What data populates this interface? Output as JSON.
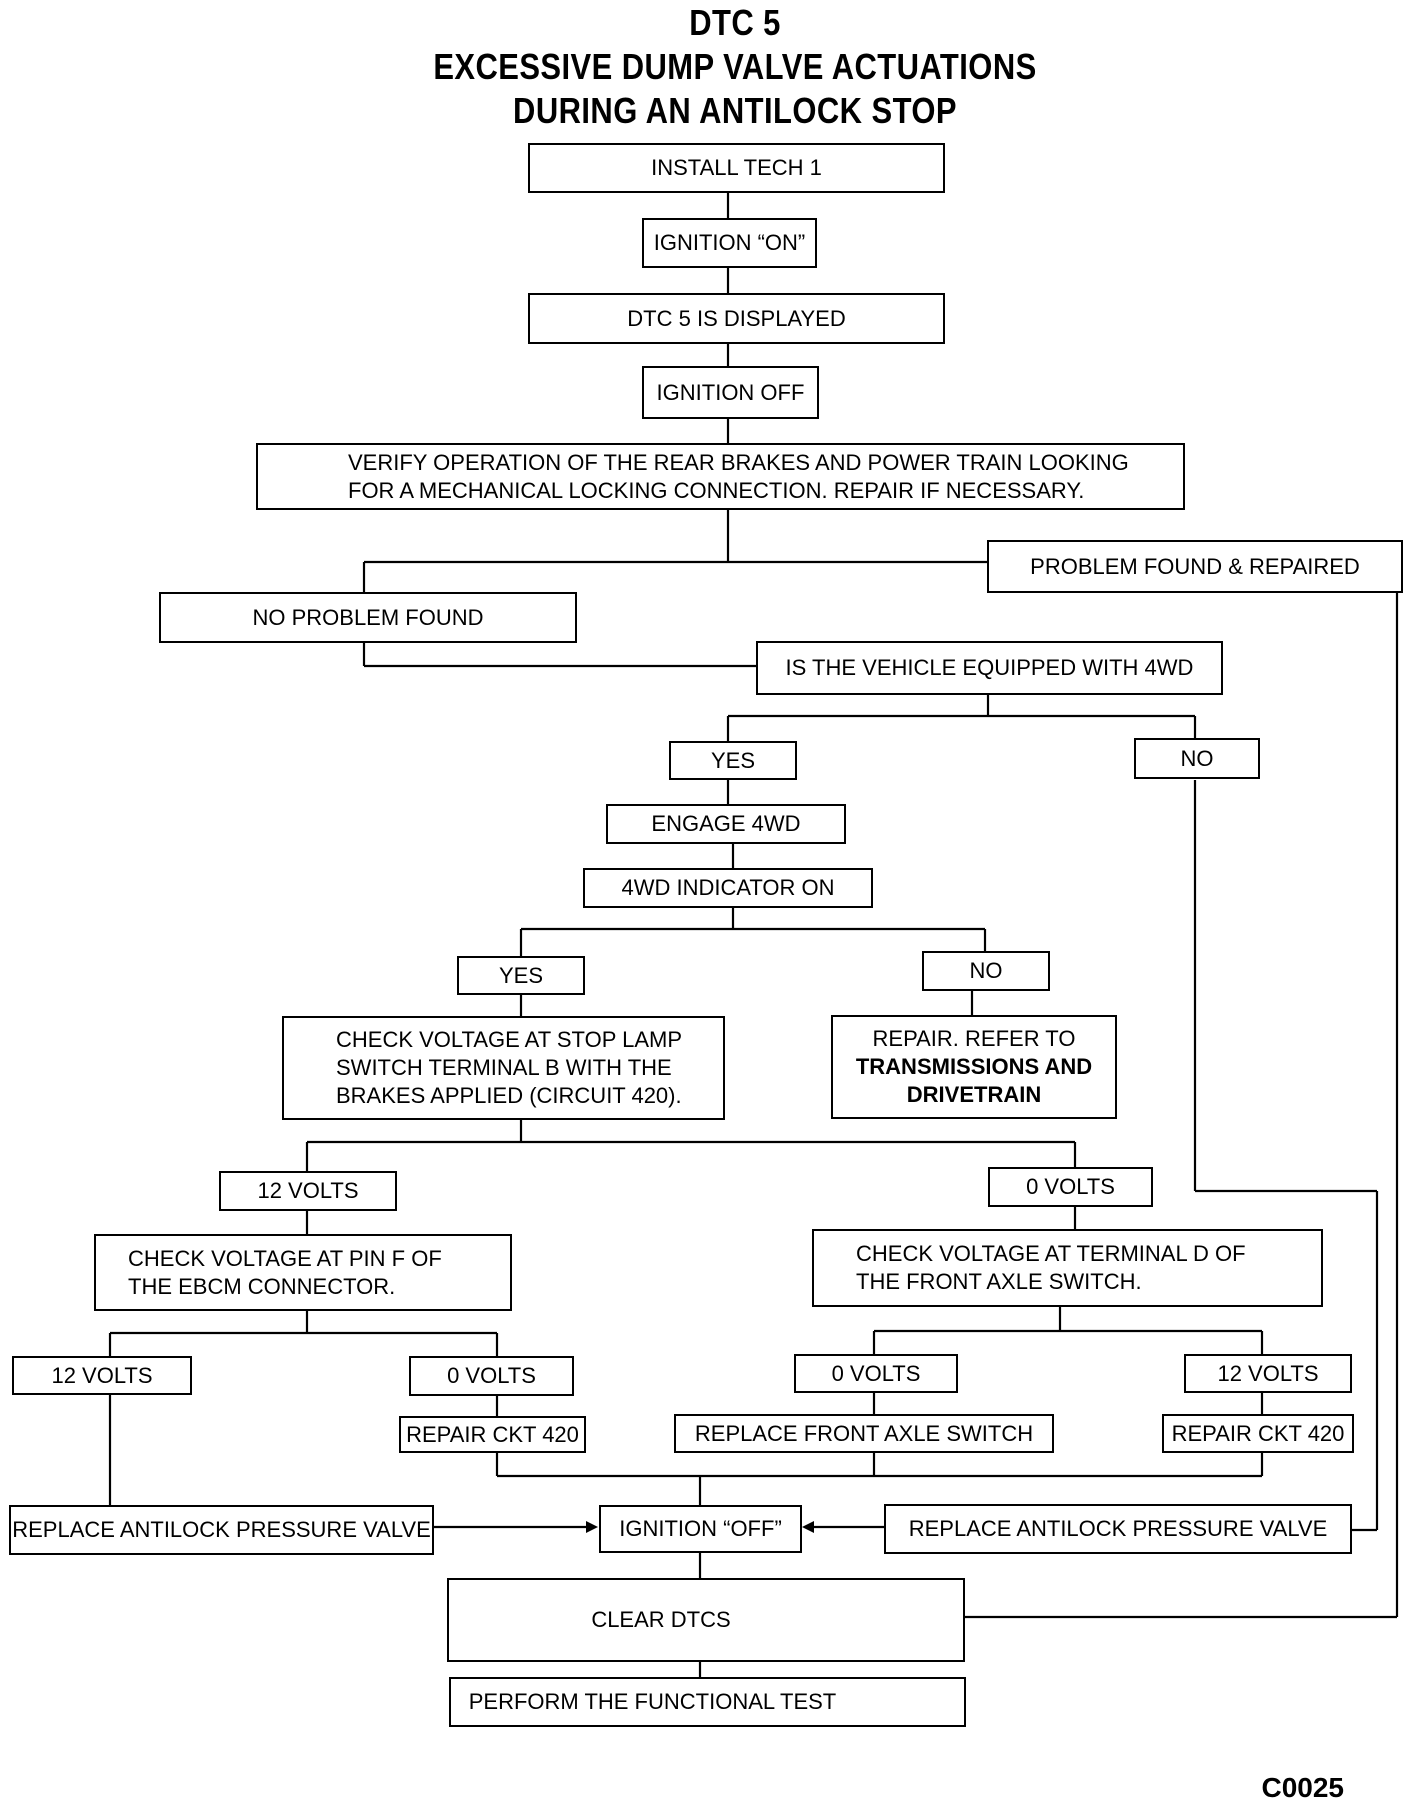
{
  "title": {
    "line1": "DTC 5",
    "line2": "EXCESSIVE DUMP VALVE ACTUATIONS",
    "line3": "DURING AN ANTILOCK STOP"
  },
  "nodes": {
    "install": "INSTALL TECH 1",
    "ign_on": "IGNITION “ON”",
    "dtc_displayed": "DTC 5 IS DISPLAYED",
    "ign_off_1": "IGNITION OFF",
    "verify": "VERIFY OPERATION OF THE REAR BRAKES AND POWER TRAIN LOOKING\nFOR A MECHANICAL LOCKING CONNECTION. REPAIR IF NECESSARY.",
    "problem_found": "PROBLEM FOUND & REPAIRED",
    "no_problem": "NO PROBLEM FOUND",
    "is_4wd": "IS THE VEHICLE EQUIPPED WITH 4WD",
    "yes_4wd": "YES",
    "no_4wd": "NO",
    "engage_4wd": "ENGAGE 4WD",
    "indicator_on": "4WD INDICATOR ON",
    "yes_ind": "YES",
    "no_ind": "NO",
    "check_stop_lamp": "CHECK VOLTAGE AT STOP LAMP\nSWITCH TERMINAL B WITH THE\nBRAKES APPLIED (CIRCUIT 420).",
    "repair_refer_l1": "REPAIR. REFER TO",
    "repair_refer_l2": "TRANSMISSIONS AND",
    "repair_refer_l3": "DRIVETRAIN",
    "volts12_a": "12 VOLTS",
    "volts0_a": "0 VOLTS",
    "check_pin_f": "CHECK VOLTAGE AT PIN F OF\nTHE EBCM CONNECTOR.",
    "check_term_d": "CHECK VOLTAGE AT TERMINAL D OF\nTHE FRONT AXLE SWITCH.",
    "volts12_b": "12 VOLTS",
    "volts0_b": "0 VOLTS",
    "volts0_c": "0 VOLTS",
    "volts12_c": "12 VOLTS",
    "repair_ckt_1": "REPAIR CKT 420",
    "replace_axle": "REPLACE FRONT AXLE SWITCH",
    "repair_ckt_2": "REPAIR CKT 420",
    "replace_valve_l": "REPLACE ANTILOCK PRESSURE VALVE",
    "ign_off_2": "IGNITION “OFF”",
    "replace_valve_r": "REPLACE ANTILOCK PRESSURE VALVE",
    "clear_dtcs": "CLEAR DTCS",
    "functional_test": "PERFORM THE FUNCTIONAL TEST"
  },
  "figure_code": "C0025",
  "colors": {
    "ink": "#000000",
    "paper": "#ffffff"
  }
}
